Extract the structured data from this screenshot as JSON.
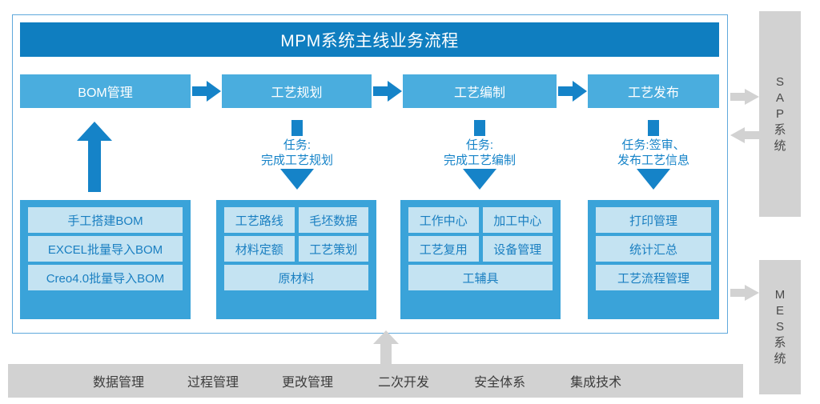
{
  "title": "MPM系统主线业务流程",
  "stages": [
    {
      "label": "BOM管理"
    },
    {
      "label": "工艺规划"
    },
    {
      "label": "工艺编制"
    },
    {
      "label": "工艺发布"
    }
  ],
  "tasks": [
    {
      "line1": "任务:",
      "line2": "完成工艺规划"
    },
    {
      "line1": "任务:",
      "line2": "完成工艺编制"
    },
    {
      "line1": "任务:签审、",
      "line2": "发布工艺信息"
    }
  ],
  "modules": [
    {
      "rows": [
        [
          "手工搭建BOM"
        ],
        [
          "EXCEL批量导入BOM"
        ],
        [
          "Creo4.0批量导入BOM"
        ]
      ]
    },
    {
      "rows": [
        [
          "工艺路线",
          "毛坯数据"
        ],
        [
          "材料定额",
          "工艺策划"
        ],
        [
          "原材料"
        ]
      ]
    },
    {
      "rows": [
        [
          "工作中心",
          "加工中心"
        ],
        [
          "工艺复用",
          "设备管理"
        ],
        [
          "工辅具"
        ]
      ]
    },
    {
      "rows": [
        [
          "打印管理"
        ],
        [
          "统计汇总"
        ],
        [
          "工艺流程管理"
        ]
      ]
    }
  ],
  "side_systems": [
    {
      "name": "sap",
      "chars": [
        "S",
        "A",
        "P",
        "系",
        "统"
      ]
    },
    {
      "name": "mes",
      "chars": [
        "M",
        "E",
        "S",
        "系",
        "统"
      ]
    }
  ],
  "foundation": [
    "数据管理",
    "过程管理",
    "更改管理",
    "二次开发",
    "安全体系",
    "集成技术"
  ],
  "colors": {
    "title_blue": "#0f7ec0",
    "stage_blue": "#4aadde",
    "module_blue": "#3aa3d9",
    "cell_blue": "#c4e3f2",
    "cell_text": "#1a7fc1",
    "arrow_blue": "#1583c8",
    "gray": "#d2d2d2",
    "panel_border": "#5fa8dc"
  },
  "icons": {
    "arrow_right": "arrow-right-icon",
    "arrow_down": "arrow-down-icon",
    "arrow_up": "arrow-up-icon",
    "arrow_left": "arrow-left-icon"
  }
}
